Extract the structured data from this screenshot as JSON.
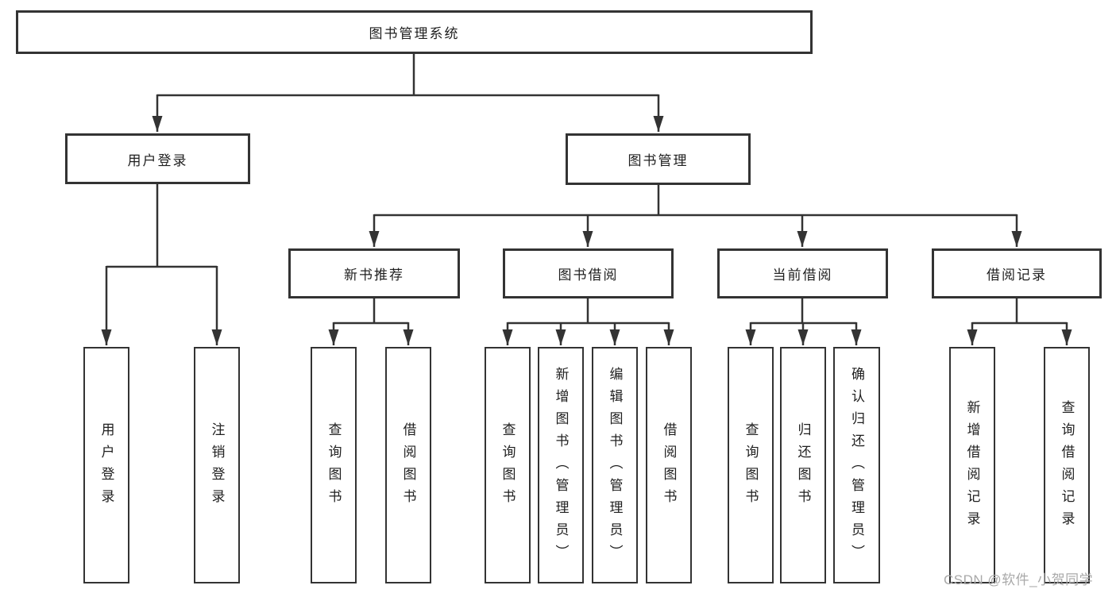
{
  "diagram": {
    "root": {
      "label": "图书管理系统"
    },
    "level2": [
      {
        "label": "用户登录"
      },
      {
        "label": "图书管理"
      }
    ],
    "level3": [
      {
        "label": "新书推荐"
      },
      {
        "label": "图书借阅"
      },
      {
        "label": "当前借阅"
      },
      {
        "label": "借阅记录"
      }
    ],
    "leaves": [
      {
        "label": "用户登录"
      },
      {
        "label": "注销登录"
      },
      {
        "label": "查询图书"
      },
      {
        "label": "借阅图书"
      },
      {
        "label": "查询图书"
      },
      {
        "label": "新增图书（管理员）"
      },
      {
        "label": "编辑图书（管理员）"
      },
      {
        "label": "借阅图书"
      },
      {
        "label": "查询图书"
      },
      {
        "label": "归还图书"
      },
      {
        "label": "确认归还（管理员）"
      },
      {
        "label": "新增借阅记录"
      },
      {
        "label": "查询借阅记录"
      }
    ],
    "colors": {
      "line": "#333333",
      "text": "#1f1f1f",
      "box_background": "#ffffff",
      "watermark": "#a9a9a9"
    },
    "watermark": "CSDN @软件_小贺同学"
  }
}
